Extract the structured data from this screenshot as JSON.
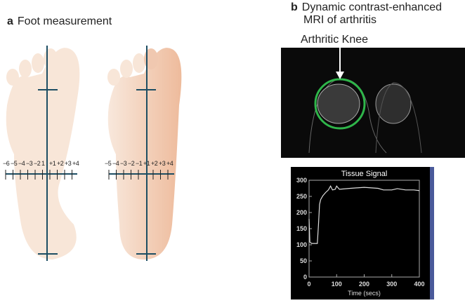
{
  "panel_a": {
    "letter": "a",
    "title": "Foot measurement",
    "left_scale": [
      "−6",
      "−5",
      "−4",
      "−3",
      "−2",
      "1",
      "+1",
      "+2",
      "+3",
      "+4"
    ],
    "right_scale": [
      "−5",
      "−4",
      "−3",
      "−2",
      "−1",
      "+1",
      "+2",
      "+3",
      "+4"
    ]
  },
  "panel_b": {
    "letter": "b",
    "title_line1": "Dynamic contrast-enhanced",
    "title_line2": "MRI of arthritis",
    "mri_label": "Arthritic Knee"
  },
  "colors": {
    "axis_line": "#1d4e63",
    "skin_light": "#f7e4d6",
    "skin_dark": "#f0c4a8",
    "roi": "#2fb54a"
  },
  "chart_data": {
    "type": "line",
    "title": "Tissue Signal",
    "xlabel": "Time (secs)",
    "ylabel": "",
    "xlim": [
      0,
      400
    ],
    "ylim": [
      0,
      300
    ],
    "xticks": [
      0,
      100,
      200,
      300,
      400
    ],
    "yticks": [
      0,
      50,
      100,
      150,
      200,
      250,
      300
    ],
    "x": [
      0,
      3,
      10,
      20,
      30,
      34,
      38,
      42,
      50,
      60,
      70,
      78,
      85,
      95,
      100,
      110,
      150,
      200,
      250,
      270,
      300,
      320,
      350,
      380,
      400
    ],
    "y": [
      180,
      108,
      104,
      104,
      104,
      160,
      225,
      240,
      252,
      262,
      270,
      282,
      270,
      272,
      282,
      272,
      275,
      278,
      275,
      270,
      270,
      274,
      270,
      270,
      268
    ]
  }
}
